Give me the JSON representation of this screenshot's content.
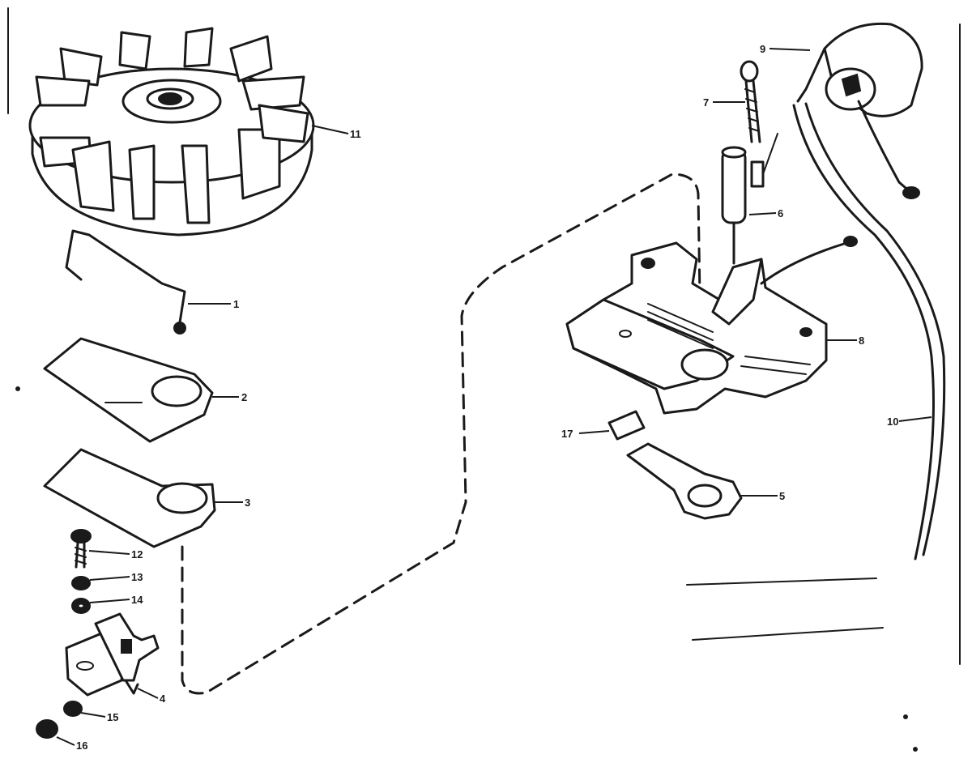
{
  "callouts": {
    "flywheel": "11",
    "wire_clip": "1",
    "plate_upper": "2",
    "plate_lower": "3",
    "screw_left": "12",
    "washer_a": "13",
    "washer_b": "14",
    "breaker_points": "4",
    "nut_a": "15",
    "nut_b": "16",
    "coil": "9",
    "screw_right": "7",
    "condenser": "6",
    "armature_bracket": "8",
    "lead_wire": "10",
    "felt_wick": "17",
    "cover_plate": "5"
  }
}
